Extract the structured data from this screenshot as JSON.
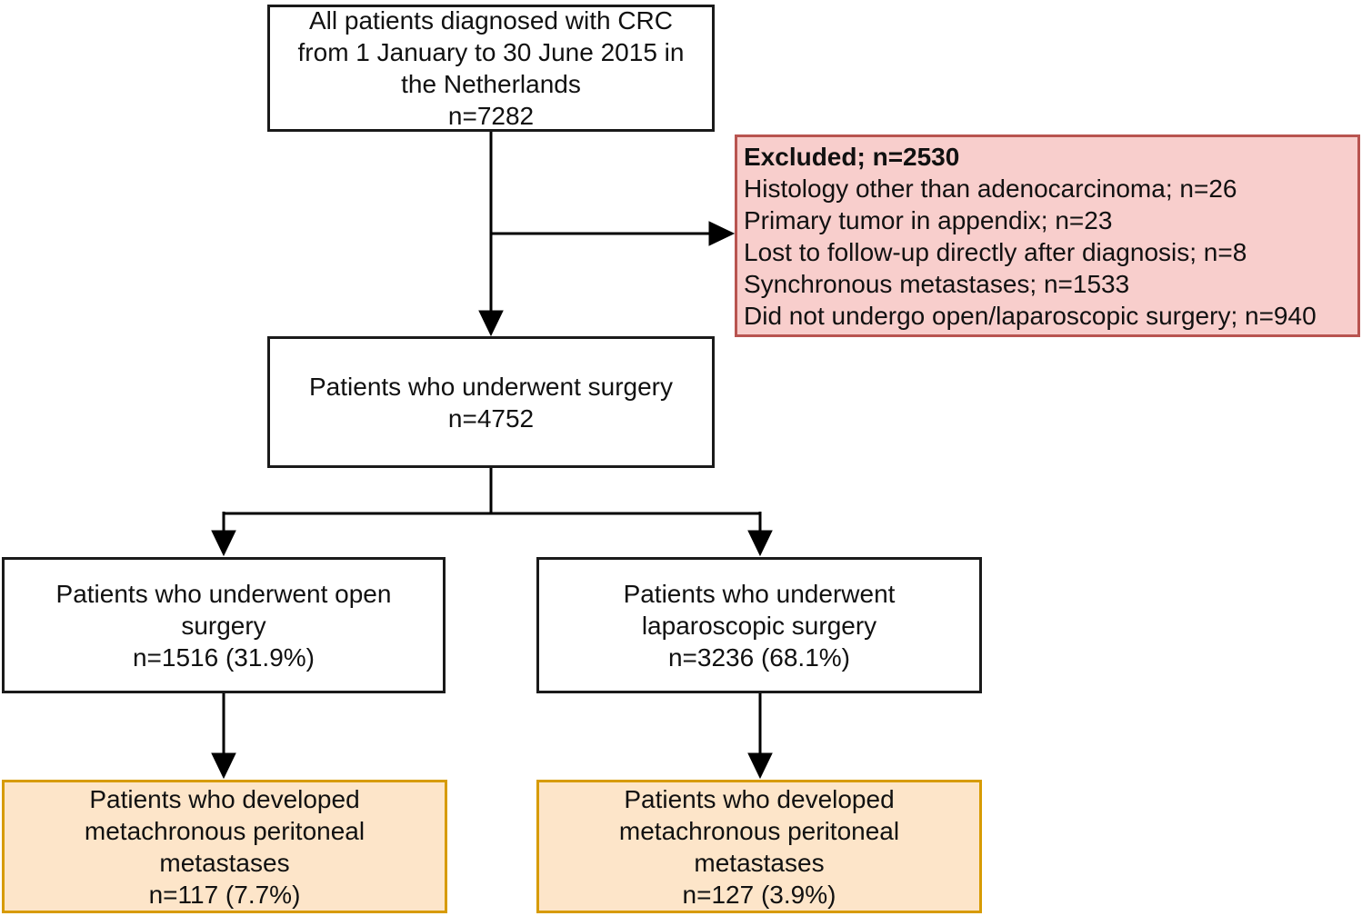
{
  "figure": {
    "type": "flowchart",
    "colors": {
      "excluded_fill": "#f8cecc",
      "excluded_border": "#b85450",
      "outcome_fill": "#fde5c9",
      "outcome_border": "#d79b00",
      "box_border": "#1a1a1a",
      "connector": "#000000"
    },
    "nodes": {
      "total": {
        "text": "All patients diagnosed with CRC\nfrom 1 January to 30 June 2015 in\nthe Netherlands\nn=7282"
      },
      "excluded": {
        "title": "Excluded; n=2530",
        "items": [
          "Histology other than adenocarcinoma; n=26",
          "Primary tumor in appendix; n=23",
          "Lost to follow-up directly after diagnosis; n=8",
          "Synchronous metastases; n=1533",
          "Did not undergo open/laparoscopic surgery; n=940"
        ]
      },
      "surgery": {
        "text": "Patients who underwent surgery\nn=4752"
      },
      "open_surgery": {
        "text": "Patients who underwent open\nsurgery\nn=1516 (31.9%)"
      },
      "laparoscopic_surgery": {
        "text": "Patients who underwent\nlaparoscopic surgery\nn=3236 (68.1%)"
      },
      "open_metachronous": {
        "text": "Patients who developed\nmetachronous peritoneal\nmetastases\nn=117 (7.7%)"
      },
      "laparoscopic_metachronous": {
        "text": "Patients who developed\nmetachronous peritoneal\nmetastases\nn=127 (3.9%)"
      }
    }
  }
}
